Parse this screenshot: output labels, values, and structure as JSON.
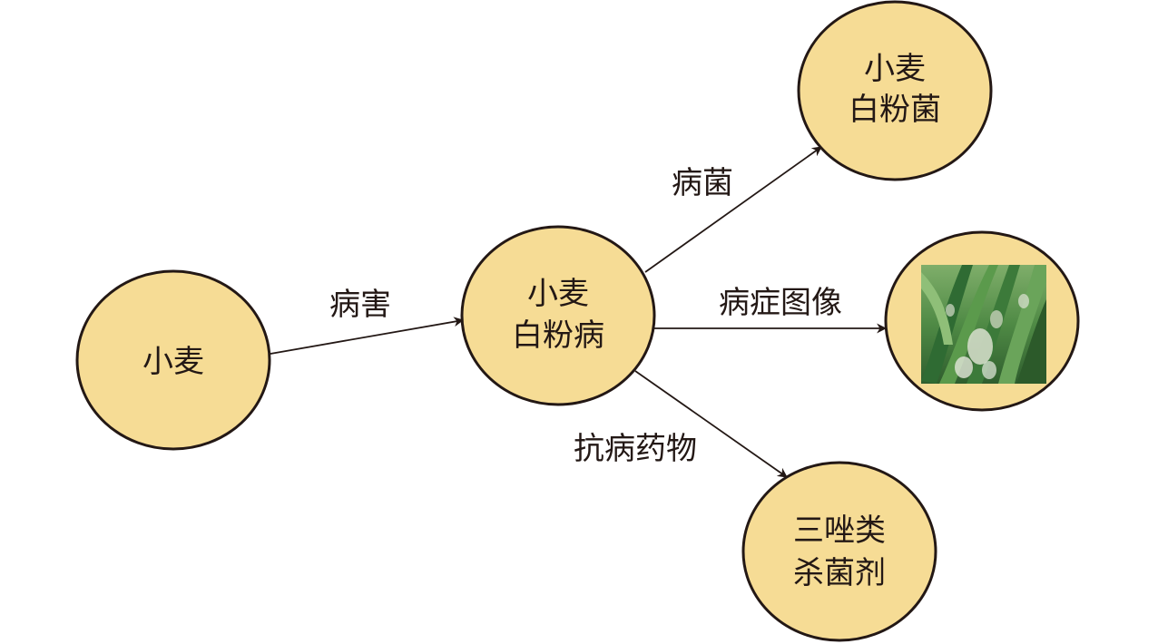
{
  "colors": {
    "node_fill": "#f6dc95",
    "outline": "#231815",
    "background": "#ffffff"
  },
  "nodes": {
    "wheat": {
      "label_lines": [
        "小麦"
      ]
    },
    "powdery_mildew": {
      "label_lines": [
        "小麦",
        "白粉病"
      ]
    },
    "pathogen": {
      "label_lines": [
        "小麦",
        "白粉菌"
      ]
    },
    "symptom_image": {
      "image": "wheat-leaf-powdery-mildew-photo"
    },
    "fungicide": {
      "label_lines": [
        "三唑类",
        "杀菌剂"
      ]
    }
  },
  "edges": {
    "disease": {
      "label": "病害"
    },
    "pathogen": {
      "label": "病菌"
    },
    "symptom_image": {
      "label": "病症图像"
    },
    "medicine": {
      "label": "抗病药物"
    }
  }
}
